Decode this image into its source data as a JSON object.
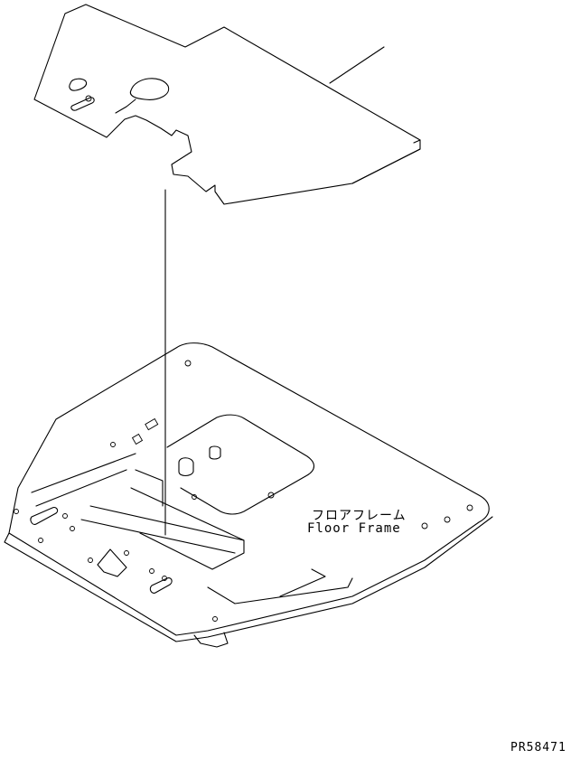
{
  "diagram": {
    "part_label_jp": "フロアフレーム",
    "part_label_en": "Floor Frame",
    "drawing_code": "PR58471"
  }
}
